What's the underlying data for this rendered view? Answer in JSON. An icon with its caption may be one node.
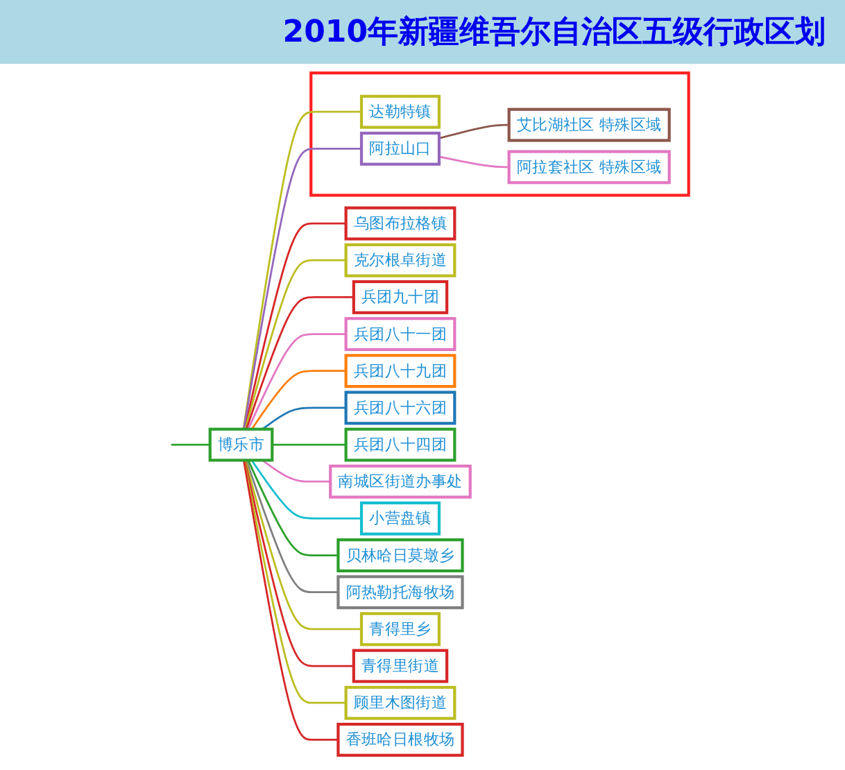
{
  "diagram": {
    "title": "2010年新疆维吾尔自治区五级行政区划",
    "nodes": [
      {
        "text": [
          "博乐市"
        ]
      },
      {
        "text": [
          "乌图布拉格镇"
        ]
      },
      {
        "text": [
          "克尔根卓街道"
        ]
      },
      {
        "text": [
          "兵团九十团"
        ]
      },
      {
        "text": [
          "兵团八十一团"
        ]
      },
      {
        "text": [
          "兵团八十九团"
        ]
      },
      {
        "text": [
          "兵团八十六团"
        ]
      },
      {
        "text": [
          "兵团八十四团"
        ]
      },
      {
        "text": [
          "南城区街道办事处"
        ]
      },
      {
        "text": [
          "小营盘镇"
        ]
      },
      {
        "text": [
          "贝林哈日莫墩乡"
        ]
      },
      {
        "text": [],
        "shape": "box"
      },
      {
        "text": [
          "达勒特镇"
        ],
        "in": 11
      },
      {
        "text": [
          "阿拉山口"
        ],
        "in": 11
      },
      {
        "text": [
          "艾比湖社区 特殊区域"
        ],
        "in": 11
      },
      {
        "text": [
          "阿拉套社区 特殊区域"
        ],
        "in": 11
      },
      {
        "text": [
          "阿热勒托海牧场"
        ]
      },
      {
        "text": [
          "青得里乡"
        ]
      },
      {
        "text": [
          "青得里街道"
        ]
      },
      {
        "text": [
          "顾里木图街道"
        ]
      },
      {
        "text": [
          "香班哈日根牧场"
        ]
      }
    ],
    "edges": [
      {
        "from": null,
        "to": 0,
        "arrow": "none",
        "color": "#2ca02c"
      },
      {
        "from": 0,
        "to": 1,
        "arrow": "none",
        "color": "#d62728"
      },
      {
        "from": 0,
        "to": 2,
        "arrow": "none",
        "color": "#bcbd22"
      },
      {
        "from": 0,
        "to": 3,
        "arrow": "none",
        "color": "#d62728"
      },
      {
        "from": 0,
        "to": 4,
        "arrow": "none",
        "color": "#e377c2"
      },
      {
        "from": 0,
        "to": 5,
        "arrow": "none",
        "color": "#ff7f0e"
      },
      {
        "from": 0,
        "to": 6,
        "arrow": "none",
        "color": "#1f77b4"
      },
      {
        "from": 0,
        "to": 7,
        "arrow": "none",
        "color": "#2ca02c"
      },
      {
        "from": 0,
        "to": 8,
        "arrow": "none",
        "color": "#e377c2"
      },
      {
        "from": 0,
        "to": 9,
        "arrow": "none",
        "color": "#17becf"
      },
      {
        "from": 0,
        "to": 10,
        "arrow": "none",
        "color": "#2ca02c"
      },
      {
        "from": 0,
        "to": 12,
        "arrow": "none",
        "color": "#bcbd22"
      },
      {
        "from": 0,
        "to": 13,
        "arrow": "none",
        "color": "#9467bd"
      },
      {
        "from": 13,
        "to": 14,
        "arrow": "none",
        "color": "#8c564b"
      },
      {
        "from": 13,
        "to": 15,
        "arrow": "none",
        "color": "#e377c2"
      },
      {
        "from": 0,
        "to": 16,
        "arrow": "none",
        "color": "#7f7f7f"
      },
      {
        "from": 0,
        "to": 17,
        "arrow": "none",
        "color": "#bcbd22"
      },
      {
        "from": 0,
        "to": 18,
        "arrow": "none",
        "color": "#d62728"
      },
      {
        "from": 0,
        "to": 19,
        "arrow": "none",
        "color": "#bcbd22"
      },
      {
        "from": 0,
        "to": 20,
        "arrow": "none",
        "color": "#d62728"
      }
    ]
  }
}
